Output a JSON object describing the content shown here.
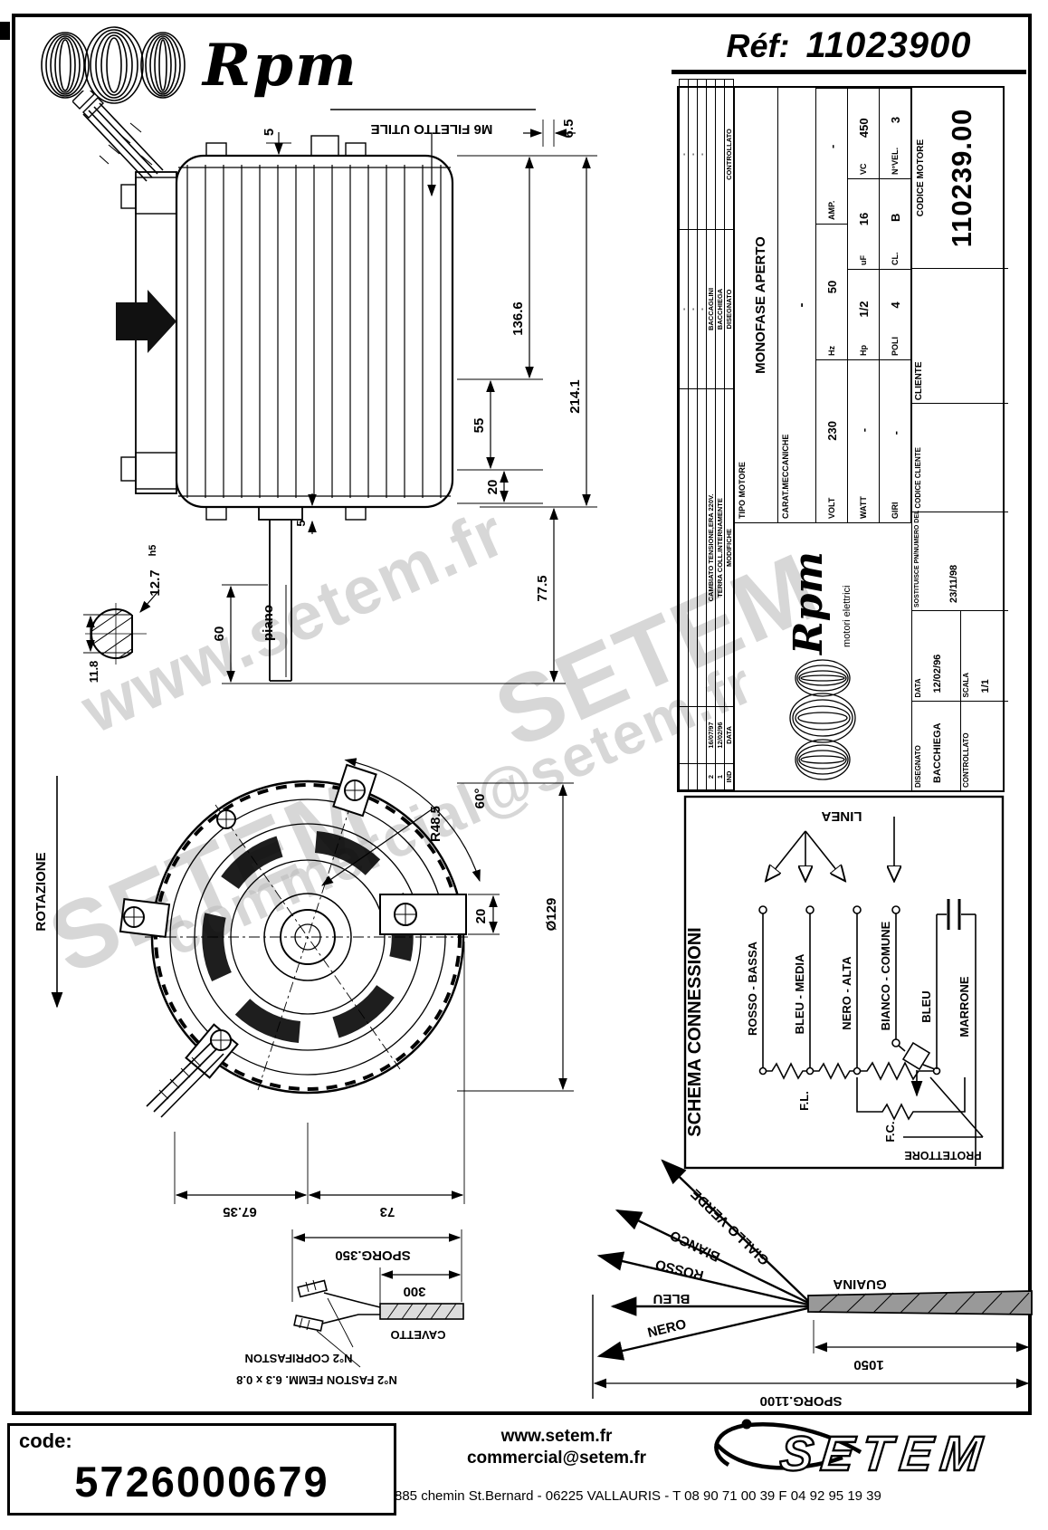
{
  "header": {
    "brand": "Rpm",
    "ref_label": "Réf:",
    "ref_number": "11023900"
  },
  "watermarks": {
    "w1": "www.setem.fr",
    "w2": "SETEM",
    "w3": "SETEM",
    "w4": "commercial@setem.fr"
  },
  "title_block": {
    "revision_rows": [
      [
        "",
        "",
        "",
        "-",
        "-"
      ],
      [
        "",
        "",
        "",
        "-",
        "-"
      ],
      [
        "",
        "",
        "",
        "-",
        "-"
      ],
      [
        "2",
        "16/07/97",
        "CAMBIATO TENSIONE,ERA 220V.",
        "BACCAGLINI",
        ""
      ],
      [
        "1",
        "12/02/96",
        "TERRA COLL.INTERNAMENTE",
        "BACCHIEGA",
        ""
      ],
      [
        "IND",
        "DATA",
        "MODIFICHE",
        "DISEGNATO",
        "CONTROLLATO"
      ]
    ],
    "logo_text": "Rpm",
    "logo_sub": "motori elettrici",
    "tipo_label": "TIPO MOTORE",
    "tipo_value": "MONOFASE APERTO",
    "carat_label": "CARAT.MECCANICHE",
    "carat_value": "-",
    "elec": {
      "volt_label": "VOLT",
      "volt_value": "230",
      "hz_label": "Hz",
      "hz_value": "50",
      "amp_label": "AMP.",
      "amp_value": "-",
      "watt_label": "WATT",
      "watt_value": "-",
      "hp_label": "Hp",
      "hp_value": "1/2",
      "uf_label": "uF",
      "uf_value": "16",
      "vc_label": "VC",
      "vc_value": "450",
      "giri_label": "GIRI",
      "giri_value": "-",
      "poli_label": "POLI",
      "poli_value": "4",
      "cl_label": "CL.",
      "cl_value": "B",
      "nvel_label": "N°VEL.",
      "nvel_value": "3"
    },
    "disegnato_label": "DISEGNATO",
    "disegnato_value": "BACCHIEGA",
    "controllato_label": "CONTROLLATO",
    "data_label": "DATA",
    "data_value": "12/02/96",
    "scala_label": "SCALA",
    "scala_value": "1/1",
    "sostituisce_label": "SOSTITUISCE PN/NUMERO DEL",
    "sostituisce_date": "23/11/98",
    "codice_cliente_label": "CODICE CLIENTE",
    "cliente_label": "CLIENTE",
    "codice_motore_label": "CODICE MOTORE",
    "codice_motore_value": "110239.00"
  },
  "side_view": {
    "dim_5_top": "5",
    "m6": "M6 FILETTO UTILE",
    "dim_65": "6.5",
    "dim_1366": "136.6",
    "dim_55": "55",
    "dim_20": "20",
    "dim_2141": "214.1",
    "dim_775": "77.5",
    "dim_5_shaft": "5",
    "dim_60": "60",
    "piano": "piano",
    "dim_127": "12.7",
    "h5": "h5",
    "dim_118": "11.8"
  },
  "front_view": {
    "rotazione": "ROTAZIONE",
    "radius": "R48.5",
    "angle": "60°",
    "diameter": "Ø129",
    "dim_20": "20",
    "dim_6735": "67.35",
    "dim_73": "73"
  },
  "schema": {
    "title": "SCHEMA CONNESSIONI",
    "linea": "LINEA",
    "rosso_bassa": "ROSSO - BASSA",
    "bleu_media": "BLEU - MEDIA",
    "nero_alta": "NERO - ALTA",
    "bianco_comune": "BIANCO - COMUNE",
    "bleu": "BLEU",
    "marrone": "MARRONE",
    "fl": "F.L.",
    "fc": "F.C.",
    "protettore": "PROTETTORE"
  },
  "cable_detail": {
    "sporg_350": "SPORG.350",
    "dim_300": "300",
    "cavetto": "CAVETTO",
    "coprifaston": "N°2 COPRIFASTON",
    "faston": "N°2 FASTON FEMM. 6.3 x 0.8"
  },
  "cable_fan": {
    "nero": "NERO",
    "bleu": "BLEU",
    "rosso": "ROSSO",
    "bianco": "BIANCO",
    "giallo_verde": "GIALLO-VERDE",
    "guaina": "GUAINA",
    "dim_1050": "1050",
    "sporg_1100": "SPORG.1100"
  },
  "footer": {
    "code_label": "code:",
    "code_value": "5726000679",
    "web": "www.setem.fr",
    "email": "commercial@setem.fr",
    "address": "885 chemin St.Bernard  -  06225 VALLAURIS  -  T 08 90 71 00 39   F 04 92 95 19 39",
    "brand": "SETEM"
  }
}
